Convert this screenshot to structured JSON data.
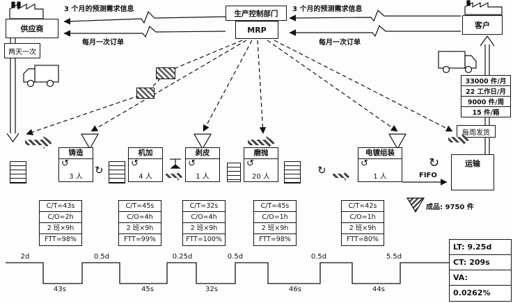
{
  "icons": {
    "operator": "↺",
    "withdraw": "↻"
  },
  "supplier": {
    "label": "供应商",
    "delivery": "两天一次"
  },
  "control": {
    "dept": "生产控制部门",
    "system": "MRP"
  },
  "customer": {
    "label": "客户"
  },
  "info_flows": {
    "forecast_left": "3 个月的预测需求信息",
    "order_left": "每月一次订单",
    "forecast_right": "3 个月的预测需求信息",
    "order_right": "每月一次订单"
  },
  "demand": {
    "items": [
      "33000 件/月",
      "22 工作日/月",
      "9000 件/周",
      "15 件/箱"
    ],
    "ship": "每周发货"
  },
  "processes": [
    {
      "name": "铸造",
      "staff": "3 人",
      "data": [
        "C/T=43s",
        "C/O=2h",
        "2 班×9h",
        "FTT=98%"
      ]
    },
    {
      "name": "机加",
      "staff": "4 人",
      "data": [
        "C/T=45s",
        "C/O=4h",
        "2 班×9h",
        "FTT=99%"
      ]
    },
    {
      "name": "剥皮",
      "staff": "1 人",
      "data": [
        "C/T=32s",
        "C/O=4h",
        "2 班×9h",
        "FTT=100%"
      ]
    },
    {
      "name": "磨抛",
      "staff": "20 人",
      "data": [
        "C/T=45s",
        "C/O=1h",
        "2 班×9h",
        "FTT=98%"
      ]
    },
    {
      "name": "电镀组装",
      "staff": "1 人",
      "data": [
        "C/T=42s",
        "C/O=1h",
        "2 班×9h",
        "FTT=80%"
      ]
    }
  ],
  "transport": {
    "label": "运输",
    "fifo": "FIFO"
  },
  "finished": {
    "label": "成品: 9750 件"
  },
  "timeline": {
    "waits": [
      "2d",
      "0.5d",
      "0.25d",
      "0.5d",
      "0.5d",
      "5.5d"
    ],
    "steps": [
      "43s",
      "45s",
      "32s",
      "46s",
      "44s"
    ]
  },
  "summary": {
    "rows": [
      "LT: 9.25d",
      "CT: 209s",
      "VA:",
      "0.0262%"
    ]
  }
}
